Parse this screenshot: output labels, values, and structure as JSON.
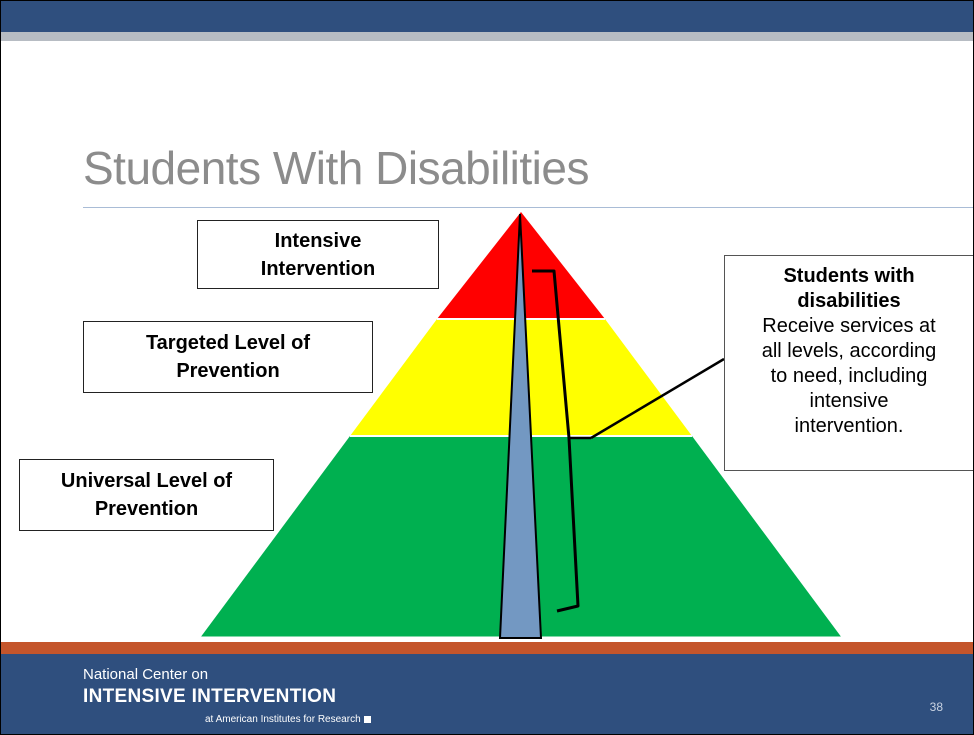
{
  "slide": {
    "title": "Students With Disabilities",
    "page_number": "38"
  },
  "pyramid": {
    "tiers": [
      {
        "label": "Intensive Intervention",
        "color": "#ff0000"
      },
      {
        "label": "Targeted Level of Prevention",
        "color": "#ffff00"
      },
      {
        "label": "Universal Level of Prevention",
        "color": "#00b050"
      }
    ],
    "wedge_color": "#7398c2"
  },
  "labels": {
    "intensive_line1": "Intensive",
    "intensive_line2": "Intervention",
    "targeted_line1": "Targeted Level of",
    "targeted_line2": "Prevention",
    "universal_line1": "Universal Level of",
    "universal_line2": "Prevention"
  },
  "callout": {
    "heading_line1": "Students with",
    "heading_line2": "disabilities",
    "body_lines": [
      "Receive services at",
      "all levels, according",
      "to need, including",
      "intensive",
      "intervention."
    ]
  },
  "footer": {
    "line1": "National Center on",
    "line2": "INTENSIVE INTERVENTION",
    "line3": "at American Institutes for Research"
  }
}
